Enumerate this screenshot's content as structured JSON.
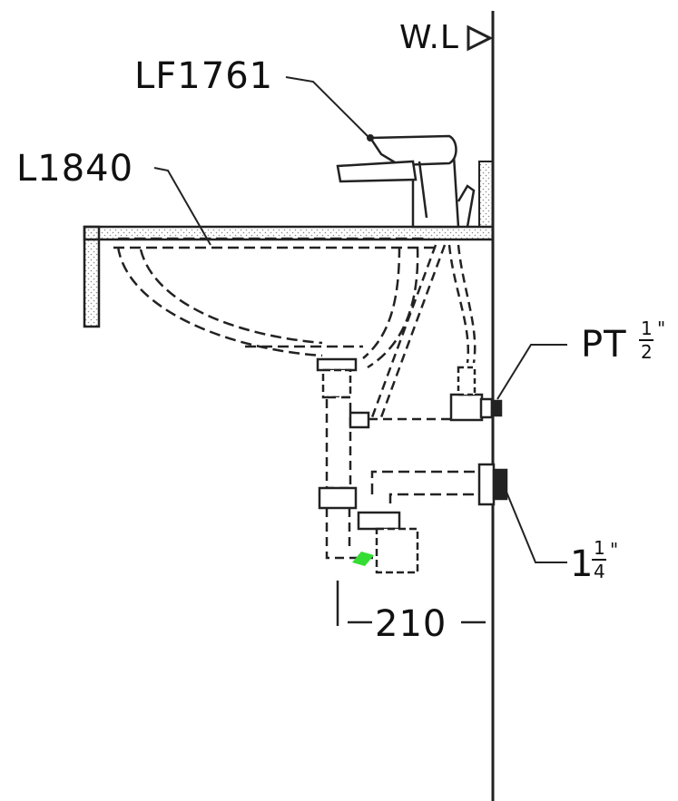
{
  "labels": {
    "wl": "W.L",
    "faucet_model": "LF1761",
    "basin_model": "L1840",
    "supply_thread_prefix": "PT",
    "supply_thread_num": "1",
    "supply_thread_den": "2",
    "supply_thread_unit": "\"",
    "drain_whole": "1",
    "drain_num": "1",
    "drain_den": "4",
    "drain_unit": "\"",
    "dimension": "210"
  },
  "colors": {
    "line": "#222222",
    "hatch": "#9a9a9a",
    "accent": "#33dd33"
  }
}
